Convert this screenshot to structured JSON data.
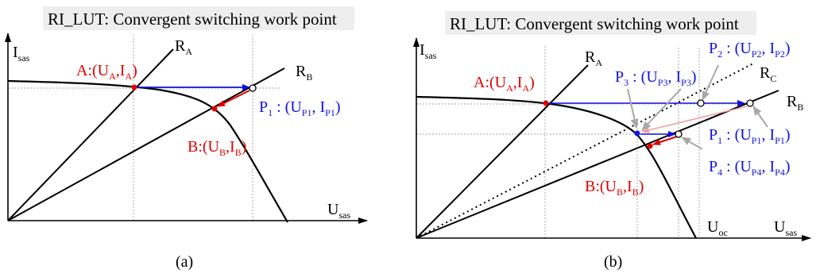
{
  "panel_a": {
    "title": "RI_LUT: Convergent switching work point",
    "y_axis": {
      "main": "I",
      "sub": "sas"
    },
    "x_axis": {
      "main": "U",
      "sub": "sas"
    },
    "ra": {
      "main": "R",
      "sub": "A"
    },
    "rb": {
      "main": "R",
      "sub": "B"
    },
    "point_a": {
      "t1": "A:(U",
      "s1": "A",
      "t2": ",I",
      "s2": "A",
      "t3": ")"
    },
    "point_b": {
      "t1": "B:(U",
      "s1": "B",
      "t2": ",I",
      "s2": "B",
      "t3": ")"
    },
    "point_p1": {
      "t1": "P",
      "s1": "1",
      "t2": " : (U",
      "s2": "P1",
      "t3": ", I",
      "s3": "P1",
      "t4": ")"
    },
    "caption": "(a)"
  },
  "panel_b": {
    "title": "RI_LUT: Convergent switching work point",
    "y_axis": {
      "main": "I",
      "sub": "sas"
    },
    "x_axis": {
      "main": "U",
      "sub": "sas"
    },
    "uoc": {
      "main": "U",
      "sub": "oc"
    },
    "ra": {
      "main": "R",
      "sub": "A"
    },
    "rb": {
      "main": "R",
      "sub": "B"
    },
    "rc": {
      "main": "R",
      "sub": "C"
    },
    "point_a": {
      "t1": "A:(U",
      "s1": "A",
      "t2": ",I",
      "s2": "A",
      "t3": ")"
    },
    "point_b": {
      "t1": "B:(U",
      "s1": "B",
      "t2": ",I",
      "s2": "B",
      "t3": ")"
    },
    "point_p1": {
      "t1": "P",
      "s1": "1",
      "t2": " : (U",
      "s2": "P1",
      "t3": ", I",
      "s3": "P1",
      "t4": ")"
    },
    "point_p2": {
      "t1": "P",
      "s1": "2",
      "t2": " : (U",
      "s2": "P2",
      "t3": ", I",
      "s3": "P2",
      "t4": ")"
    },
    "point_p3": {
      "t1": "P",
      "s1": "3",
      "t2": " : (U",
      "s2": "P3",
      "t3": ", I",
      "s3": "P3",
      "t4": ")"
    },
    "point_p4": {
      "t1": "P",
      "s1": "4",
      "t2": " : (U",
      "s2": "P4",
      "t3": ", I",
      "s3": "P4",
      "t4": ")"
    },
    "caption": "(b)"
  },
  "colors": {
    "operating_point": "#e00000",
    "trajectory": "#1010e0",
    "title_bg": "#eeeeee",
    "guide": "#b8b8b8"
  }
}
